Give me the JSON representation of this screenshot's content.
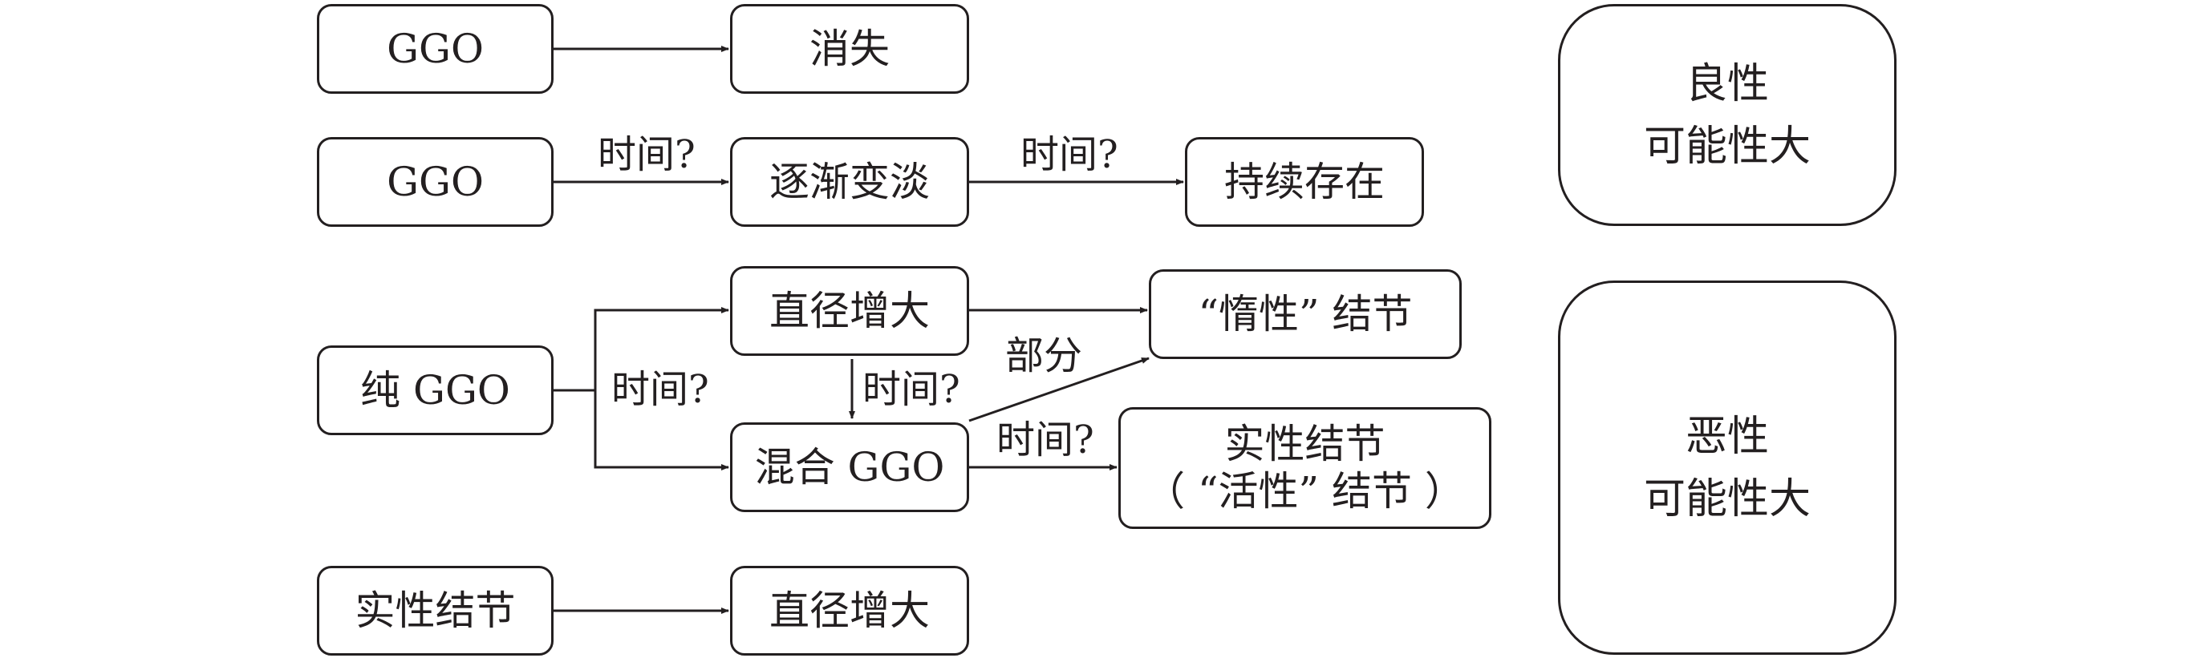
{
  "nodes": {
    "ggo_1": "GGO",
    "disappear": "消失",
    "ggo_2": "GGO",
    "gradually_fade": "逐渐变淡",
    "persist": "持续存在",
    "pure_ggo": "纯 GGO",
    "diameter_increase_1": "直径增大",
    "indolent_nodule": "“惰性” 结节",
    "mixed_ggo": "混合 GGO",
    "solid_nodule_active_line1": "实性结节",
    "solid_nodule_active_line2": "（ “活性” 结节 ）",
    "solid_nodule": "实性结节",
    "diameter_increase_2": "直径增大",
    "benign_line1": "良性",
    "benign_line2": "可能性大",
    "malignant_line1": "恶性",
    "malignant_line2": "可能性大"
  },
  "edge_labels": {
    "time_1": "时间?",
    "time_2": "时间?",
    "time_3": "时间?",
    "time_4": "时间?",
    "time_5": "时间?",
    "partial": "部分"
  },
  "colors": {
    "line": "#231f20",
    "text": "#231f20",
    "background": "#ffffff"
  }
}
